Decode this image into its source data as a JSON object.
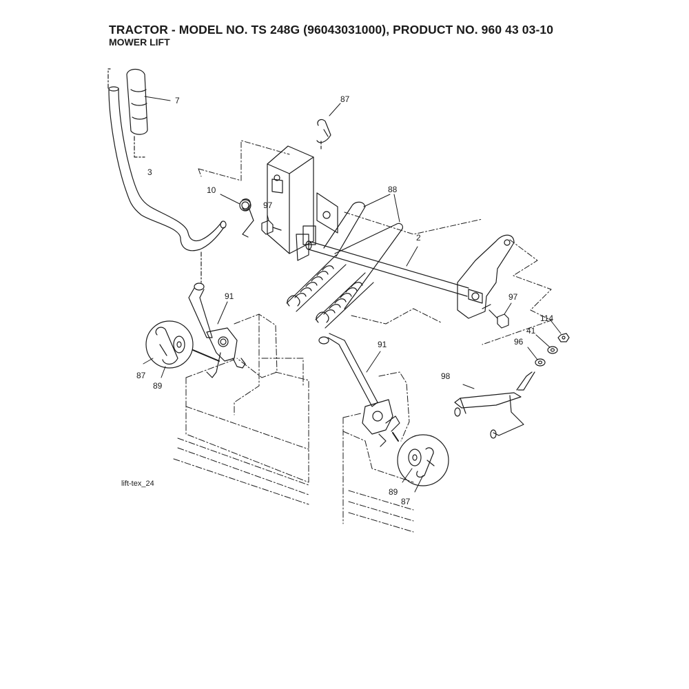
{
  "header": {
    "title": "TRACTOR - MODEL NO. TS 248G (96043031000), PRODUCT NO. 960 43 03-10",
    "subtitle": "MOWER LIFT"
  },
  "figure_id": "lift-tex_24",
  "callouts": {
    "c7": "7",
    "c87_top": "87",
    "c3": "3",
    "c10": "10",
    "c97_left": "97",
    "c88": "88",
    "c2": "2",
    "c97_right": "97",
    "c91_left": "91",
    "c114": "114",
    "c41": "41",
    "c96": "96",
    "c91_right": "91",
    "c98": "98",
    "c87_left": "87",
    "c89_left": "89",
    "c89_right": "89",
    "c87_right": "87"
  },
  "colors": {
    "line": "#1a1a1a",
    "frame_shade": "#f6f6f0"
  }
}
